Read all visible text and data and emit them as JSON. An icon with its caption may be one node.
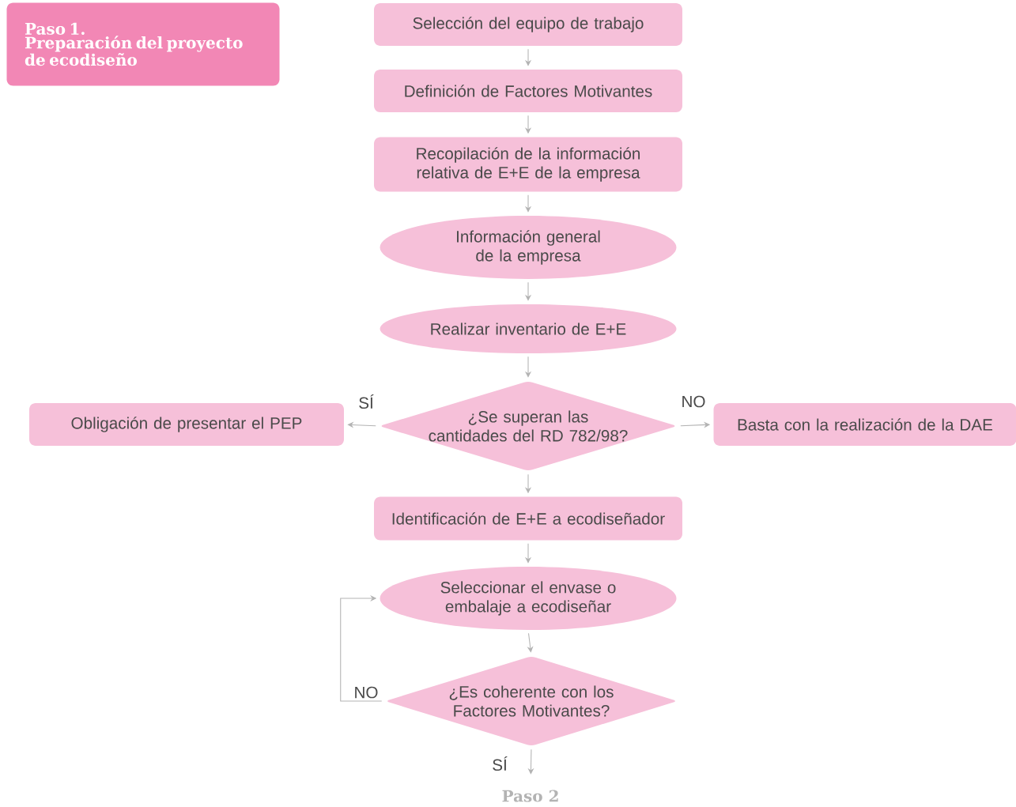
{
  "diagram": {
    "nodes": [
      {
        "text": [
          "Paso 1.",
          "Preparación del proyecto de ecodiseño"
        ]
      },
      {
        "text": [
          "Selección del equipo de trabajo"
        ]
      },
      {
        "text": [
          "Definición de Factores Motivantes"
        ]
      },
      {
        "text": [
          "Recopilación de la información relativa de E+E de la empresa"
        ]
      },
      {
        "text": [
          "Información general de la empresa"
        ]
      },
      {
        "text": [
          "Realizar inventario de E+E"
        ]
      },
      {
        "text": [
          "¿Se superan las cantidades del RD 782/98?"
        ]
      },
      {
        "text": [
          "Obligación de presentar el PEP"
        ]
      },
      {
        "text": [
          "Basta con la realización de la DAE"
        ]
      },
      {
        "text": [
          "Identificación de E+E a ecodiseñador"
        ]
      },
      {
        "text": [
          "Seleccionar el envase o embalaje a ecodiseñar"
        ]
      },
      {
        "text": [
          "¿Es coherente con los Factores Motivantes?"
        ]
      },
      {
        "text": [
          "Paso 2"
        ]
      }
    ],
    "edges": [
      {
        "from": 1,
        "to": 2,
        "arrow": "to"
      },
      {
        "from": 2,
        "to": 3,
        "arrow": "to"
      },
      {
        "from": 3,
        "to": 4,
        "arrow": "to"
      },
      {
        "from": 4,
        "to": 5,
        "arrow": "to"
      },
      {
        "from": 5,
        "to": 6,
        "arrow": "to"
      },
      {
        "from": 6,
        "to": 7,
        "arrow": "to",
        "label": "SÍ"
      },
      {
        "from": 6,
        "to": 8,
        "arrow": "to",
        "label": "NO"
      },
      {
        "from": 6,
        "to": 9,
        "arrow": "to"
      },
      {
        "from": 9,
        "to": 10,
        "arrow": "to"
      },
      {
        "from": 10,
        "to": 11,
        "arrow": "to"
      },
      {
        "from": 11,
        "to": 10,
        "arrow": "to",
        "label": "NO"
      },
      {
        "from": 11,
        "to": 12,
        "arrow": "to",
        "label": "SÍ"
      }
    ]
  }
}
